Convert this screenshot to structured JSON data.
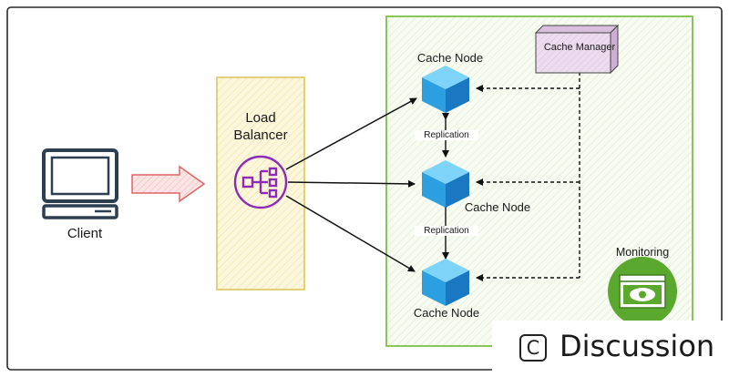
{
  "client": {
    "label": "Client"
  },
  "load_balancer": {
    "label": "Load Balancer"
  },
  "cache_nodes": [
    {
      "label": "Cache Node"
    },
    {
      "label": "Cache Node"
    },
    {
      "label": "Cache Node"
    }
  ],
  "replication": [
    {
      "label": "Replication"
    },
    {
      "label": "Replication"
    }
  ],
  "cache_manager": {
    "label": "Cache Manager"
  },
  "monitoring": {
    "label": "Monitoring"
  },
  "badge": {
    "icon_letter": "C",
    "text": "Discussion"
  },
  "colors": {
    "load_balancer_border": "#e2cc6a",
    "load_balancer_fill": "#fbf5d8",
    "cluster_border": "#7fbf4a",
    "cluster_fill": "#f3f9ec",
    "cache_node": "#2b9fe0",
    "load_balancer_icon": "#8c2bb8",
    "monitoring": "#5aa82e",
    "cache_manager": "#e6d4ea",
    "client_arrow": "#e07a7a"
  }
}
